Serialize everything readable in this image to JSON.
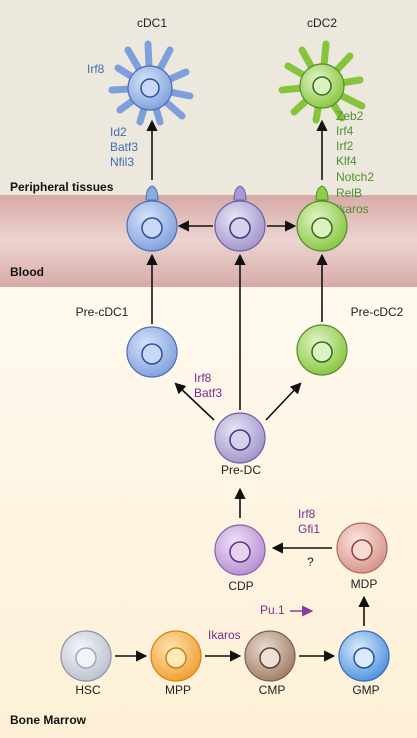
{
  "sections": {
    "peripheral": "Peripheral tissues",
    "blood": "Blood",
    "bone_marrow": "Bone Marrow"
  },
  "cells": {
    "cdc1": "cDC1",
    "cdc2": "cDC2",
    "pre_cdc1": "Pre-cDC1",
    "pre_cdc2": "Pre-cDC2",
    "pre_dc": "Pre-DC",
    "cdp": "CDP",
    "mdp": "MDP",
    "hsc": "HSC",
    "mpp": "MPP",
    "cmp": "CMP",
    "gmp": "GMP"
  },
  "factors": {
    "cdc1_irf8": "Irf8",
    "cdc1_path": [
      "Id2",
      "Batf3",
      "Nfil3"
    ],
    "cdc2_path": [
      "Zeb2",
      "Irf4",
      "Irf2",
      "Klf4",
      "Notch2",
      "RelB",
      "Ikaros"
    ],
    "predc_to_precdc1": [
      "Irf8",
      "Batf3"
    ],
    "mdp_to_cdp": [
      "Irf8",
      "Gfi1"
    ],
    "mdp_to_cdp_question": "?",
    "mpp_to_cmp": "Ikaros",
    "cmp_to_gmp": "Pu.1"
  },
  "colors": {
    "peripheral_bg": "#ece8dd",
    "blood_band": "#e3c3c0",
    "marrow_bg": "#fdf3de",
    "blue_text": "#3f6fb3",
    "green_text": "#4f8f2f",
    "purple_text": "#7a2d8f"
  }
}
